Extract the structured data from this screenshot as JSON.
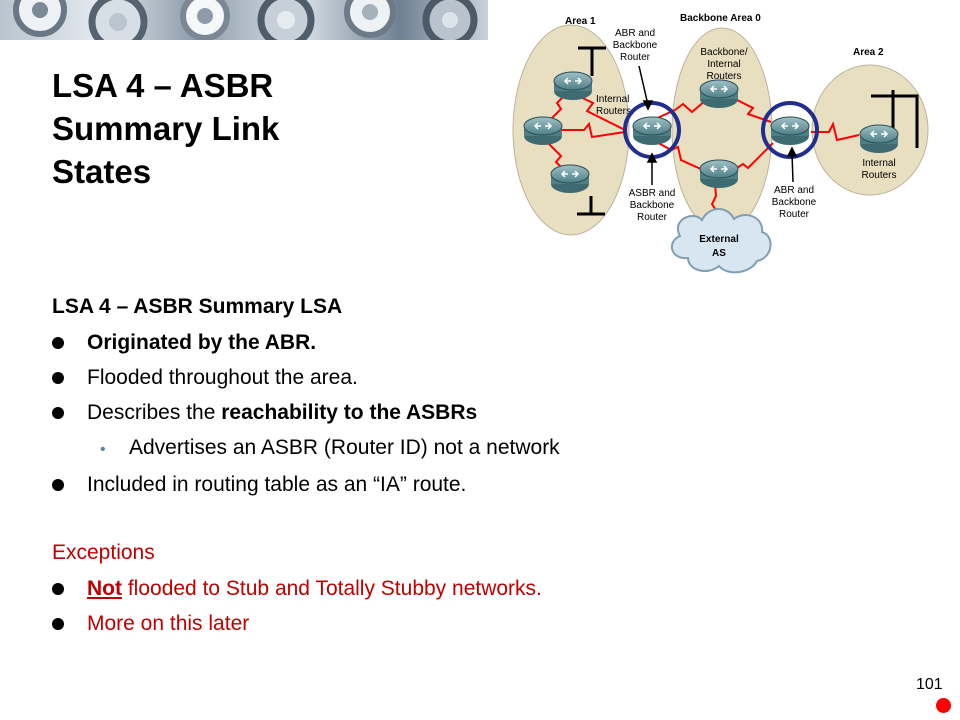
{
  "slide": {
    "title_lines": [
      "LSA 4 – ASBR",
      "Summary Link",
      "States"
    ],
    "page_number": "101"
  },
  "diagram": {
    "labels": {
      "area1": "Area 1",
      "backbone": "Backbone Area 0",
      "area2": "Area 2",
      "abr_top": [
        "ABR and",
        "Backbone",
        "Router"
      ],
      "backbone_internal": [
        "Backbone/",
        "Internal",
        "Routers"
      ],
      "internal_left": [
        "Internal",
        "Routers"
      ],
      "asbr_backbone": [
        "ASBR and",
        "Backbone",
        "Router"
      ],
      "abr_right": [
        "ABR and",
        "Backbone",
        "Router"
      ],
      "internal_right": [
        "Internal",
        "Routers"
      ],
      "external_as": [
        "External",
        "AS"
      ]
    },
    "colors": {
      "area_fill": "#e8dfc1",
      "router": "#4f7f86",
      "link": "#ff0000",
      "highlight": "#1f2e8f",
      "cloud": "#d8e6f1"
    }
  },
  "content": {
    "heading": "LSA 4 – ASBR Summary LSA",
    "bullets": [
      {
        "text": "Originated by the ABR."
      },
      {
        "text": "Flooded throughout the area."
      },
      {
        "prefix": "Describes the ",
        "emphasis": "reachability to the ASBRs"
      },
      {
        "text": "Advertises an ASBR (Router ID) not a network"
      },
      {
        "text": "Included in routing table as an “IA” route."
      }
    ],
    "exceptions_heading": "Exceptions",
    "exceptions": [
      {
        "emphasis": "Not",
        "rest": " flooded to Stub and Totally Stubby networks."
      },
      {
        "text": "More on this later"
      }
    ]
  }
}
